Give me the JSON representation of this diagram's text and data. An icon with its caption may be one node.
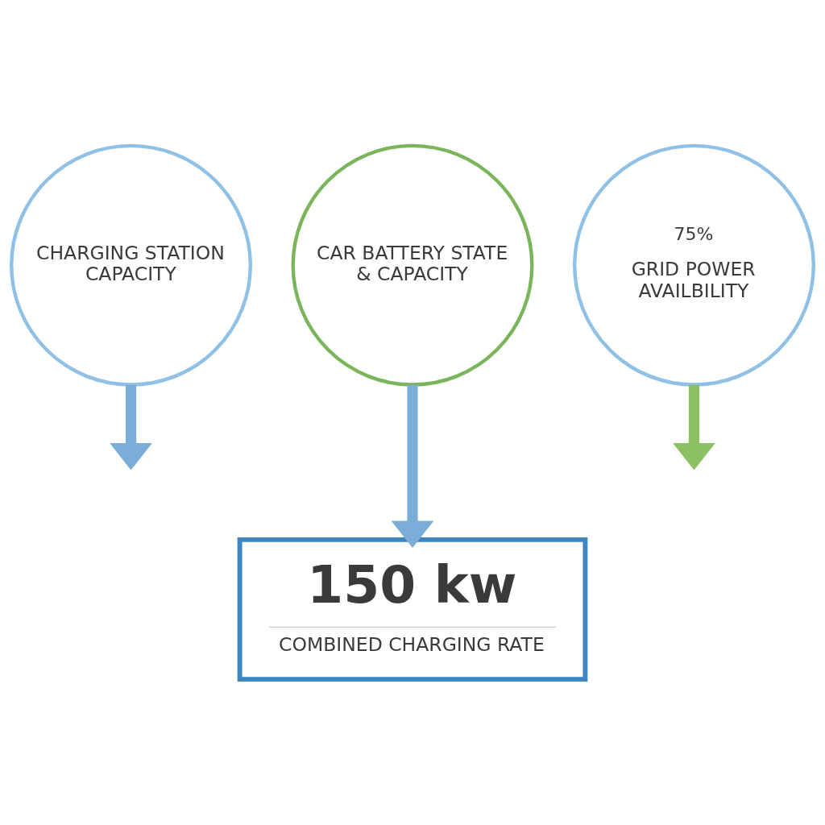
{
  "diagram": {
    "nodes": [
      {
        "text": [
          "CHARGING STATION CAPACITY"
        ]
      },
      {
        "text": [
          "CAR BATTERY STATE & CAPACITY"
        ]
      },
      {
        "text": [
          "75%",
          "GRID POWER AVAILBILITY"
        ]
      },
      {
        "text": [
          "150 kw",
          "COMBINED CHARGING RATE"
        ]
      }
    ],
    "edges": [
      {
        "from": 0,
        "to": null,
        "arrow": "to"
      },
      {
        "from": 1,
        "to": 3,
        "arrow": "to"
      },
      {
        "from": 2,
        "to": null,
        "arrow": "to",
        "color": "#8cc063"
      }
    ]
  }
}
